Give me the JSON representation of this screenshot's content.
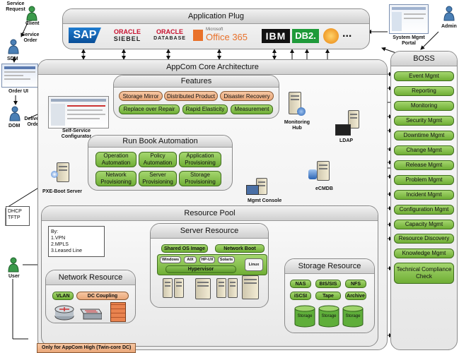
{
  "app_plug": {
    "title": "Application Plug",
    "vendors": [
      "SAP",
      "ORACLE",
      "SIEBEL",
      "ORACLE",
      "DATABASE",
      "Microsoft",
      "Office 365",
      "IBM",
      "DB2.",
      "..."
    ]
  },
  "core": {
    "title": "AppCom Core Architecture"
  },
  "features": {
    "title": "Features",
    "row1": [
      "Storage Mirror",
      "Distributed Product",
      "Disaster Recovery"
    ],
    "row2": [
      "Replace over Repair",
      "Rapid Elasticity",
      "Measurement"
    ]
  },
  "runbook": {
    "title": "Run Book Automation",
    "items": [
      "Operation Automation",
      "Policy Automation",
      "Application Provisioning",
      "Network Provisioning",
      "Server Provisioning",
      "Storage Provisioning"
    ]
  },
  "boss": {
    "title": "BOSS",
    "items": [
      "Event Mgmt",
      "Reporting",
      "Monitoring",
      "Security Mgmt",
      "Downtime Mgmt",
      "Change Mgmt",
      "Release Mgmt",
      "Problem Mgmt",
      "Incident Mgmt",
      "Configuration Mgmt",
      "Capacity Mgmt",
      "Resource Discovery",
      "Knowledge Mgmt",
      "Technical Compliance Check"
    ]
  },
  "resource_pool": {
    "title": "Resource Pool"
  },
  "server_resource": {
    "title": "Server Resource",
    "shared_os": "Shared OS Image",
    "network_boot": "Network Boot",
    "os": [
      "Windows",
      "AIX",
      "HP-UX",
      "Solaris",
      "Linux"
    ],
    "hypervisor": "Hypervisor"
  },
  "network_resource": {
    "title": "Network Resource",
    "vlan": "VLAN",
    "dc_coupling": "DC Coupling"
  },
  "storage_resource": {
    "title": "Storage Resource",
    "items": [
      "NAS",
      "BIS/SIS",
      "NFS",
      "iSCSI",
      "Tape",
      "Archive"
    ],
    "storage": [
      "Storage",
      "Storage",
      "Storage"
    ]
  },
  "labels": {
    "service_request": "Service Request",
    "client": "Client",
    "service_order": "Service Order",
    "sdm": "SDM",
    "order_ui": "Order UI",
    "dom": "DOM",
    "delivery_order": "Delivery Order",
    "self_service": "Self-Service Configurator",
    "admin": "Admin",
    "system_mgmt_portal": "System Mgmt Portal",
    "monitoring_hub": "Monitoring Hub",
    "ldap": "LDAP",
    "mgmt_console": "Mgmt Console",
    "ecmdb": "eCMDB",
    "pxe_boot": "PXE-Boot Server",
    "dhcp": "DHCP",
    "tftp": "TFTP",
    "user": "User",
    "by": "By:",
    "by_list": [
      "1.VPN",
      "2.MPLS",
      "3.Leased Line"
    ],
    "footnote": "Only for AppCom High (Twin-core DC)"
  }
}
